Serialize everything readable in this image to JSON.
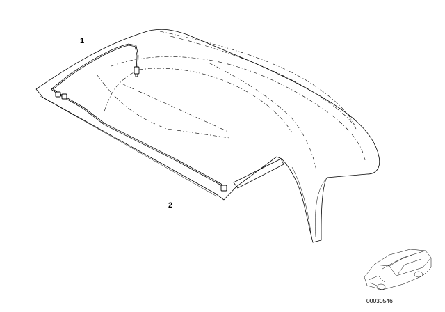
{
  "diagram": {
    "callouts": [
      {
        "id": "1",
        "label": "1"
      },
      {
        "id": "2",
        "label": "2"
      }
    ],
    "document_number": "00030546"
  },
  "colors": {
    "line": "#000000",
    "background": "#ffffff"
  }
}
